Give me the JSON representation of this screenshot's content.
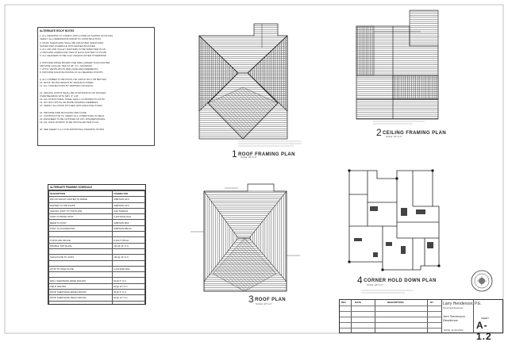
{
  "notes": {
    "title": "ALTERNATE ROOF NOTES",
    "lines": [
      "1. ALL FRAMING TO COMPLY WITH CODE AS SHOWN ON PLANS",
      "   VERIFY ALL DIMENSIONS PRIOR TO CONSTRUCTION",
      "2. ROOF SHEATHING SHALL BE APA RATED SHEATHING",
      "   NAILED PER SCHEDULE WITH EDGES BLOCKED",
      "3. ALL HIP AND VALLEY RAFTERS TO BE SIZED PER PLAN",
      "4. PROVIDE HURRICANE TIES AT EACH RAFTER TO PLATE",
      "5. ALL HEADERS TO BE 4x12 UNLESS NOTED OTHERWISE",
      "",
      "6. PROVIDE RIDGE BOARD ONE SIZE LARGER THAN RAFTER",
      "   PROVIDE COLLAR TIES AT 48\" O.C. MAXIMUM",
      "7. ATTIC VENTILATION PER CODE REQUIREMENTS",
      "8. PROVIDE SOLID BLOCKING AT ALL BEARING POINTS",
      "",
      "9. ALL LUMBER TO BE DOUG FIR LARCH NO.2 OR BETTER",
      "10. ROOF TRUSS DESIGN BY MANUFACTURER",
      "11. ALL CONNECTORS BY SIMPSON OR EQUAL",
      "",
      "12. CEILING JOISTS SHALL BE CONTINUOUS OR SPLICED",
      "    OVER BEARING WITH MIN. 3\" LAP",
      "13. ALL STRUCTURAL STEEL SHALL CONFORM TO ASTM",
      "14. DO NOT NOTCH OR BORE FRAMING MEMBERS",
      "15. VERIFY ALL ROOF PITCHES WITH ARCHITECTURAL",
      "",
      "16. PROVIDE FIRE BLOCKING PER CODE",
      "17. CONTRACTOR TO VERIFY ALL CONDITIONS IN FIELD",
      "18. ENGINEER TO BE NOTIFIED OF ANY DISCREPANCIES",
      "19. ALL HOLD DOWNS TO BE INSTALLED PER PLAN",
      "",
      "20. SEE SHEET A-1.1 FOR ADDITIONAL FRAMING NOTES"
    ]
  },
  "schedule": {
    "title": "ALTERNATE FRAMING SCHEDULE",
    "rows": [
      [
        "DESCRIPTION",
        "CONNECTOR"
      ],
      [
        "HIP OR VALLEY RAFTER TO RIDGE",
        "SIMPSON H2.5"
      ],
      [
        "RAFTER TO TOP PLATE",
        "SIMPSON H2.5"
      ],
      [
        "CEILING JOIST TO TOP PLATE",
        "3-8d TOENAIL"
      ],
      [
        "JOIST TO BAND JOIST",
        "3-16d FACE NAIL"
      ],
      [
        "BEAM TO POST",
        "SIMPSON BC4"
      ],
      [
        "POST TO FOUNDATION",
        "SIMPSON ABU44"
      ],
      [
        "",
        ""
      ],
      [
        "TOP PLATE SPLICE",
        "8-16d TYPICAL"
      ],
      [
        "DOUBLE TOP PLATE",
        "16d @ 16\" O.C."
      ],
      [
        "",
        ""
      ],
      [
        "SOLE PLATE TO JOIST",
        "16d @ 16\" O.C."
      ],
      [
        "",
        ""
      ],
      [
        "STUD TO SOLE PLATE",
        "2-16d END NAIL"
      ],
      [
        "",
        ""
      ],
      [
        "WALL SHEATHING EDGE NAILING",
        "8d @ 6\" O.C."
      ],
      [
        "FIELD NAILING",
        "8d @ 12\" O.C."
      ],
      [
        "ROOF SHEATHING EDGE NAILING",
        "8d @ 6\" O.C."
      ],
      [
        "ROOF SHEATHING FIELD NAILING",
        "8d @ 12\" O.C."
      ],
      [
        "",
        ""
      ],
      [
        "BUILT-UP CORNER STUDS",
        "16d @ 24\" O.C."
      ],
      [
        "",
        ""
      ],
      [
        "BUILT-UP GIRDERS",
        "20d @ 32\" O.C."
      ],
      [
        "",
        ""
      ],
      [
        "ROOF TO WALL CONNECTION",
        "SEE NOTE"
      ]
    ]
  },
  "plans": [
    {
      "num": "1",
      "title": "ROOF FRAMING PLAN",
      "scale": "SCALE: 1/8\"=1'-0\""
    },
    {
      "num": "2",
      "title": "CEILING FRAMING PLAN",
      "scale": "SCALE: 1/8\"=1'-0\""
    },
    {
      "num": "3",
      "title": "ROOF PLAN",
      "scale": "SCALE: 1/8\"=1'-0\""
    },
    {
      "num": "4",
      "title": "CORNER HOLD DOWN PLAN",
      "scale": "SCALE: 1/8\"=1'-0\""
    }
  ],
  "titleblock": {
    "headers": [
      "REV",
      "DATE",
      "DESCRIPTION",
      "BY"
    ],
    "firm": "Larry Henderson, P.E.",
    "firm_sub": "Structural Engineer",
    "project_line1": "Jerri Stevenson",
    "project_line2": "Residence",
    "sheet_label": "SHEET",
    "sheet": "A-1.2",
    "date": "DATE: 11-06-2002"
  }
}
